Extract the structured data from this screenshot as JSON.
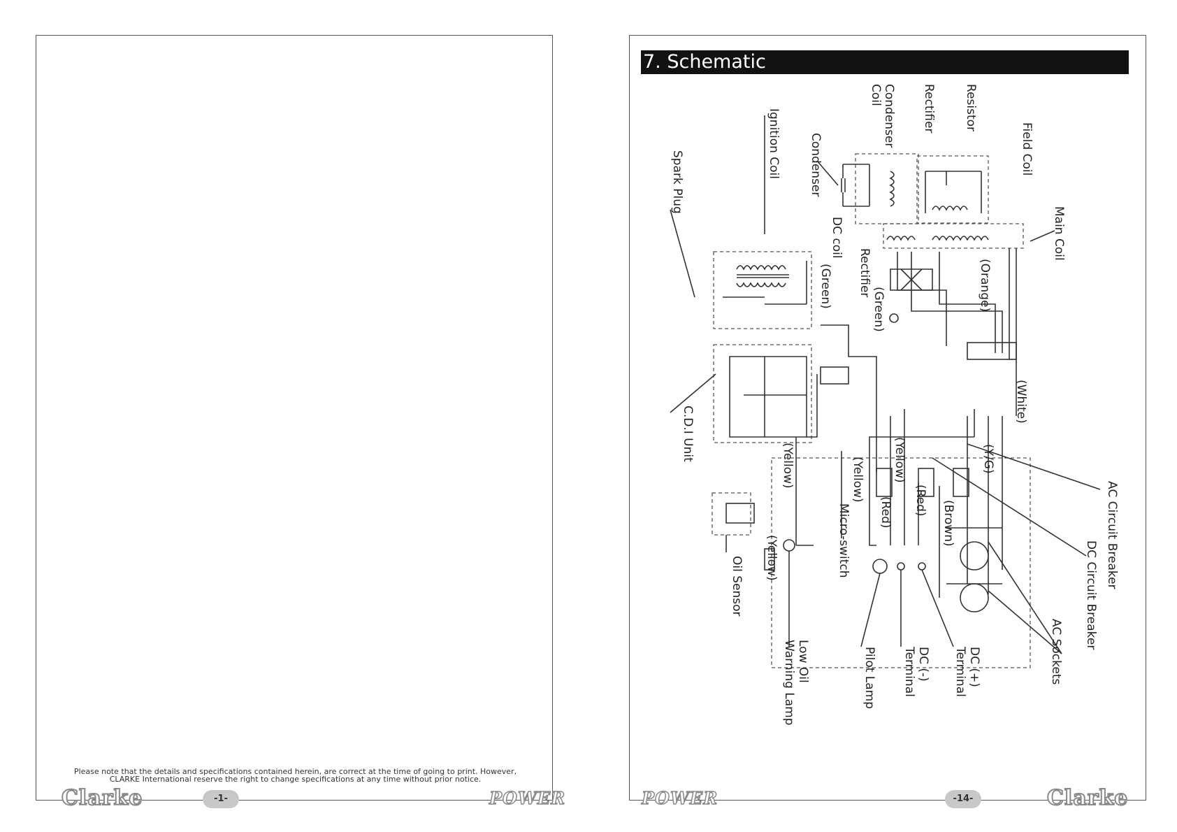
{
  "left_page": {
    "disclaimer_line1": "Please note that the details and specifications contained herein, are correct at the time of going to print. However,",
    "disclaimer_line2": "CLARKE International reserve the right to change specifications at any time without prior notice.",
    "page_number": "-1-",
    "brand_logo": "Clarke",
    "power_logo": "POWER"
  },
  "right_page": {
    "section_title": "7. Schematic",
    "page_number": "-14-",
    "brand_logo": "Clarke",
    "power_logo": "POWER"
  },
  "schematic": {
    "labels": {
      "resistor": "Resistor",
      "rectifier_top": "Rectifier",
      "condenser_coil_1": "Condenser",
      "condenser_coil_2": "Coil",
      "field_coil": "Field Coil",
      "condenser": "Condenser",
      "ignition_coil": "Ignition Coil",
      "spark_plug": "Spark Plug",
      "dc_coil": "DC coil",
      "main_coil": "Main Coil",
      "rectifier": "Rectifier",
      "orange": "(Orange)",
      "green_1": "(Green)",
      "green_2": "(Green)",
      "white": "(White)",
      "cdi_unit": "C.D.I Unit",
      "yellow_1": "(Yellow)",
      "yellow_2": "(Yellow)",
      "yellow_3": "(Yellow)",
      "yellow_4": "(Yellow)",
      "yg": "(Y/G)",
      "red_1": "(Red)",
      "red_2": "(Red)",
      "brown": "(Brown)",
      "micro_switch": "Micro-switch",
      "oil_sensor": "Oil Sensor",
      "ac_circuit_breaker": "AC Circuit Breaker",
      "dc_circuit_breaker": "DC Circuit Breaker",
      "ac_sockets": "AC Sockets",
      "dc_plus_1": "DC (+)",
      "dc_plus_2": "Terminal",
      "dc_minus_1": "DC (-)",
      "dc_minus_2": "Terminal",
      "pilot_lamp": "Pilot Lamp",
      "low_oil_1": "Low Oil",
      "low_oil_2": "Warning Lamp"
    }
  }
}
